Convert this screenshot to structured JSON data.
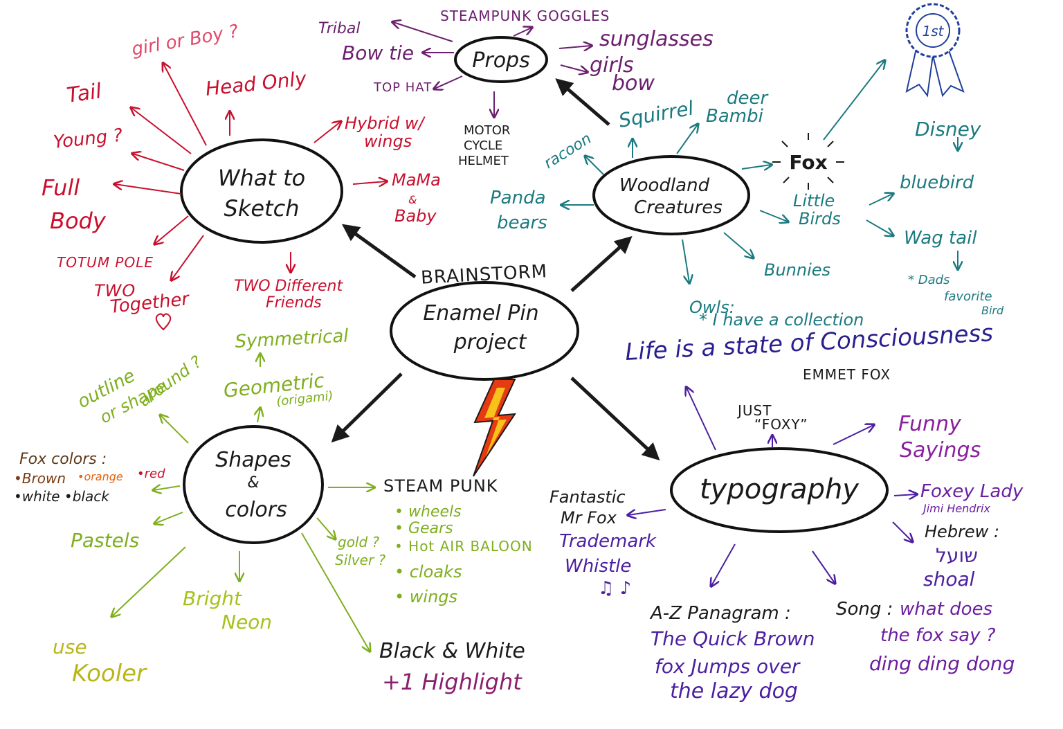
{
  "title": "BRAINSTORM",
  "colors": {
    "black": "#1a1a1a",
    "sketch": "#c8102e",
    "props": "#6b1f6e",
    "woodland": "#1b7a80",
    "shapes": "#7fae1e",
    "shapes_dark": "#5e3a1a",
    "typography": "#4b1fa0",
    "quote": "#2a1f8f",
    "bolt_outer": "#e53a12",
    "bolt_inner": "#f7c21a",
    "ribbon": "#1f3f9c"
  },
  "center": {
    "line1": "Enamel Pin",
    "line2": "project"
  },
  "nodes": {
    "what_to_sketch": {
      "line1": "What to",
      "line2": "Sketch"
    },
    "props": {
      "label": "Props"
    },
    "woodland": {
      "line1": "Woodland",
      "line2": "Creatures"
    },
    "shapes": {
      "line1": "Shapes",
      "line2": "&",
      "line3": "colors"
    },
    "typography": {
      "label": "typography"
    }
  },
  "sketch_items": {
    "girl_or_boy": "girl or Boy ?",
    "tail": "Tail",
    "head_only": "Head Only",
    "young": "Young ?",
    "full_body_1": "Full",
    "full_body_2": "Body",
    "totem_pole": "TOTUM POLE",
    "two_together_1": "TWO",
    "two_together_2": "Together",
    "two_different_1": "TWO Different",
    "two_different_2": "Friends",
    "hybrid_1": "Hybrid w/",
    "hybrid_2": "wings",
    "mama_1": "MaMa",
    "mama_2": "&",
    "mama_3": "Baby"
  },
  "props_items": {
    "steampunk_goggles": "STEAMPUNK GOGGLES",
    "tribal": "Tribal",
    "bow_tie": "Bow tie",
    "sunglasses": "sunglasses",
    "girls_bow_1": "girls",
    "girls_bow_2": "bow",
    "top_hat": "TOP HAT",
    "motorcycle_1": "MOTOR",
    "motorcycle_2": "CYCLE",
    "motorcycle_3": "HELMET"
  },
  "woodland_items": {
    "racoon": "racoon",
    "squirrel": "Squirrel",
    "deer_1": "deer",
    "deer_2": "Bambi",
    "fox": "Fox",
    "disney": "Disney",
    "bluebird": "bluebird",
    "little_birds_1": "Little",
    "little_birds_2": "Birds",
    "wag_tail": "Wag tail",
    "dads_1": "* Dads",
    "dads_2": "favorite",
    "dads_3": "Bird",
    "panda_1": "Panda",
    "panda_2": "bears",
    "bunnies": "Bunnies",
    "owls_1": "Owls:",
    "owls_2": "* I have a collection",
    "ribbon": "1st"
  },
  "quote": {
    "text": "Life is a state of Consciousness",
    "author": "EMMET FOX"
  },
  "shapes_items": {
    "symmetrical": "Symmetrical",
    "geometric_1": "Geometric",
    "geometric_2": "(origami)",
    "outline_1": "outline",
    "outline_2": "or shape",
    "outline_3": "around ?",
    "fox_colors": "Fox colors :",
    "brown": "•Brown",
    "orange": "•orange",
    "red": "•red",
    "white_black": "•white •black",
    "pastels": "Pastels",
    "bright_neon_1": "Bright",
    "bright_neon_2": "Neon",
    "use_kooler_1": "use",
    "use_kooler_2": "Kooler",
    "gold_silver_1": "gold ?",
    "gold_silver_2": "Silver ?",
    "black_white_1": "Black & White",
    "black_white_2": "+1 Highlight"
  },
  "steampunk": {
    "title": "STEAM PUNK",
    "items": [
      "• wheels",
      "• Gears",
      "• Hot AIR BALOON",
      "• cloaks",
      "• wings"
    ]
  },
  "typography_items": {
    "just_foxy_1": "JUST",
    "just_foxy_2": "“FOXY”",
    "funny_1": "Funny",
    "funny_2": "Sayings",
    "foxey_1": "Foxey Lady",
    "foxey_2": "Jimi Hendrix",
    "hebrew_1": "Hebrew :",
    "hebrew_2": "שועל",
    "hebrew_3": "shoal",
    "fantastic_1": "Fantastic",
    "fantastic_2": "Mr Fox",
    "trademark_1": "Trademark",
    "trademark_2": "Whistle",
    "music": "♫ ♪",
    "az_1": "A-Z Panagram :",
    "az_2": "The Quick Brown",
    "az_3": "fox Jumps over",
    "az_4": "the lazy dog",
    "song_1": "Song :",
    "song_2": "what does",
    "song_3": "the fox say ?",
    "song_4": "ding ding dong"
  }
}
